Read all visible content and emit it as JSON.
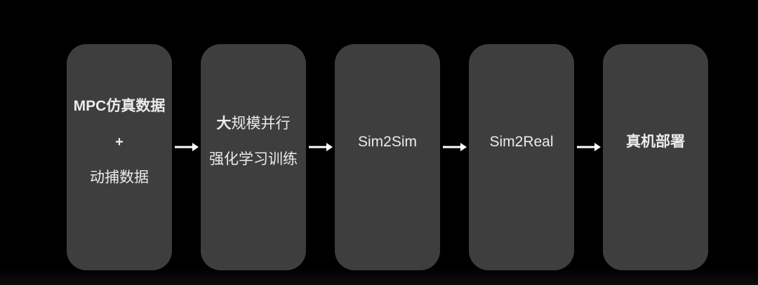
{
  "diagram": {
    "title": "",
    "type": "flowchart",
    "direction": "left-to-right",
    "colors": {
      "background": "#000000",
      "box_fill": "#3e3e3e",
      "text": "#ebebeb",
      "arrow": "#ffffff"
    },
    "boxes": [
      {
        "id": "data-sources",
        "lines": [
          {
            "segments": [
              {
                "text": "MPC仿真数据",
                "weight": "bold"
              }
            ]
          },
          {
            "segments": [
              {
                "text": "+",
                "weight": "bold"
              }
            ]
          },
          {
            "segments": [
              {
                "text": "动捕数据",
                "weight": "normal"
              }
            ]
          }
        ]
      },
      {
        "id": "rl-training",
        "lines": [
          {
            "segments": [
              {
                "text": "大",
                "weight": "bold"
              },
              {
                "text": "规模并行",
                "weight": "normal"
              }
            ]
          },
          {
            "segments": [
              {
                "text": "强化学习训练",
                "weight": "normal"
              }
            ]
          }
        ]
      },
      {
        "id": "sim2sim",
        "lines": [
          {
            "segments": [
              {
                "text": "Sim2Sim",
                "weight": "normal"
              }
            ]
          }
        ]
      },
      {
        "id": "sim2real",
        "lines": [
          {
            "segments": [
              {
                "text": "Sim2Real",
                "weight": "normal"
              }
            ]
          }
        ]
      },
      {
        "id": "real-deployment",
        "lines": [
          {
            "segments": [
              {
                "text": "真机部署",
                "weight": "bold"
              }
            ]
          }
        ]
      }
    ],
    "connectors": [
      {
        "from": "data-sources",
        "to": "rl-training",
        "icon": "arrow-right-icon"
      },
      {
        "from": "rl-training",
        "to": "sim2sim",
        "icon": "arrow-right-icon"
      },
      {
        "from": "sim2sim",
        "to": "sim2real",
        "icon": "arrow-right-icon"
      },
      {
        "from": "sim2real",
        "to": "real-deployment",
        "icon": "arrow-right-icon"
      }
    ]
  }
}
